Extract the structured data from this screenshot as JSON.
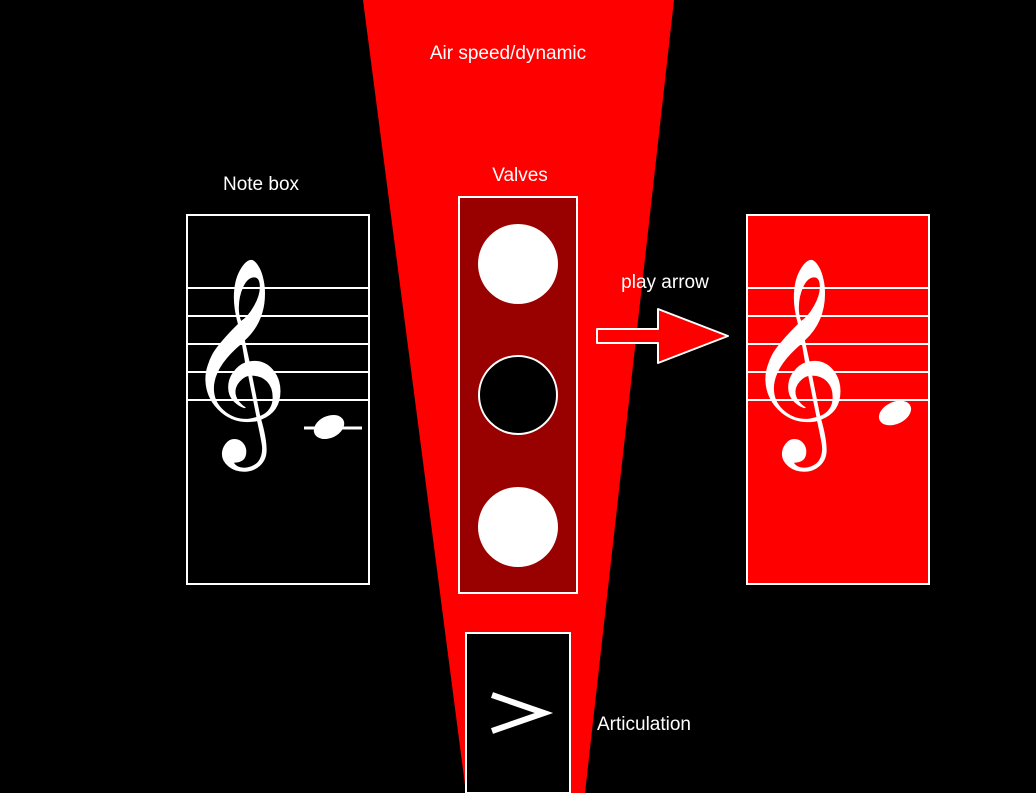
{
  "labels": {
    "air_speed": "Air speed/dynamic",
    "note_box": "Note box",
    "valves": "Valves",
    "play_arrow": "play arrow",
    "articulation": "Articulation"
  },
  "valves": [
    {
      "position": 1,
      "pressed": false
    },
    {
      "position": 2,
      "pressed": true
    },
    {
      "position": 3,
      "pressed": false
    }
  ],
  "note_box": {
    "clef": "treble"
  },
  "played_note_box": {
    "clef": "treble"
  },
  "articulation": {
    "mark": "accent"
  },
  "colors": {
    "background": "#000000",
    "air_cone": "#ff0000",
    "valve_panel": "#990000",
    "played_box": "#ff0000",
    "foreground": "#ffffff"
  }
}
